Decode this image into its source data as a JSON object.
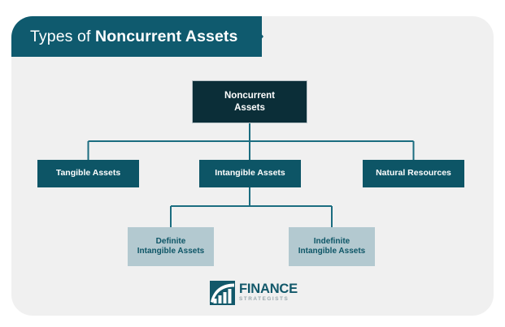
{
  "card": {
    "background_color": "#f0f0f0"
  },
  "banner": {
    "title_regular": "Types of ",
    "title_bold": "Noncurrent Assets",
    "background_color": "#0f5a6e",
    "text_color": "#ffffff"
  },
  "chart_data": {
    "type": "diagram",
    "title": "Types of Noncurrent Assets",
    "layout": "hierarchy-tree",
    "levels": 3,
    "colors": {
      "root_fill": "#0b2e38",
      "level2_fill": "#0d5566",
      "level3_fill": "#b3c9d0",
      "connector": "#1b6d80",
      "canvas": "#f0f0f0"
    },
    "nodes": [
      {
        "id": "root",
        "label": "Noncurrent Assets",
        "lines": [
          "Noncurrent",
          "Assets"
        ],
        "level": 1,
        "parent": null
      },
      {
        "id": "tangible",
        "label": "Tangible Assets",
        "lines": [
          "Tangible Assets"
        ],
        "level": 2,
        "parent": "root"
      },
      {
        "id": "intangible",
        "label": "Intangible Assets",
        "lines": [
          "Intangible Assets"
        ],
        "level": 2,
        "parent": "root"
      },
      {
        "id": "natural",
        "label": "Natural Resources",
        "lines": [
          "Natural Resources"
        ],
        "level": 2,
        "parent": "root"
      },
      {
        "id": "definite",
        "label": "Definite Intangible Assets",
        "lines": [
          "Definite",
          "Intangible Assets"
        ],
        "level": 3,
        "parent": "intangible"
      },
      {
        "id": "indefinite",
        "label": "Indefinite Intangible Assets",
        "lines": [
          "Indefinite",
          "Intangible Assets"
        ],
        "level": 3,
        "parent": "intangible"
      }
    ],
    "edges": [
      {
        "from": "root",
        "to": "tangible"
      },
      {
        "from": "root",
        "to": "intangible"
      },
      {
        "from": "root",
        "to": "natural"
      },
      {
        "from": "intangible",
        "to": "definite"
      },
      {
        "from": "intangible",
        "to": "indefinite"
      }
    ]
  },
  "nodes": {
    "root": {
      "line1": "Noncurrent",
      "line2": "Assets"
    },
    "tangible": {
      "line1": "Tangible Assets"
    },
    "intangible": {
      "line1": "Intangible Assets"
    },
    "natural": {
      "line1": "Natural Resources"
    },
    "definite": {
      "line1": "Definite",
      "line2": "Intangible Assets"
    },
    "indefinite": {
      "line1": "Indefinite",
      "line2": "Intangible Assets"
    }
  },
  "logo": {
    "word_primary": "FINANCE",
    "word_secondary": "STRATEGISTS",
    "mark_color": "#12586a",
    "primary_color": "#12586a",
    "secondary_color": "#9aa8ad"
  }
}
